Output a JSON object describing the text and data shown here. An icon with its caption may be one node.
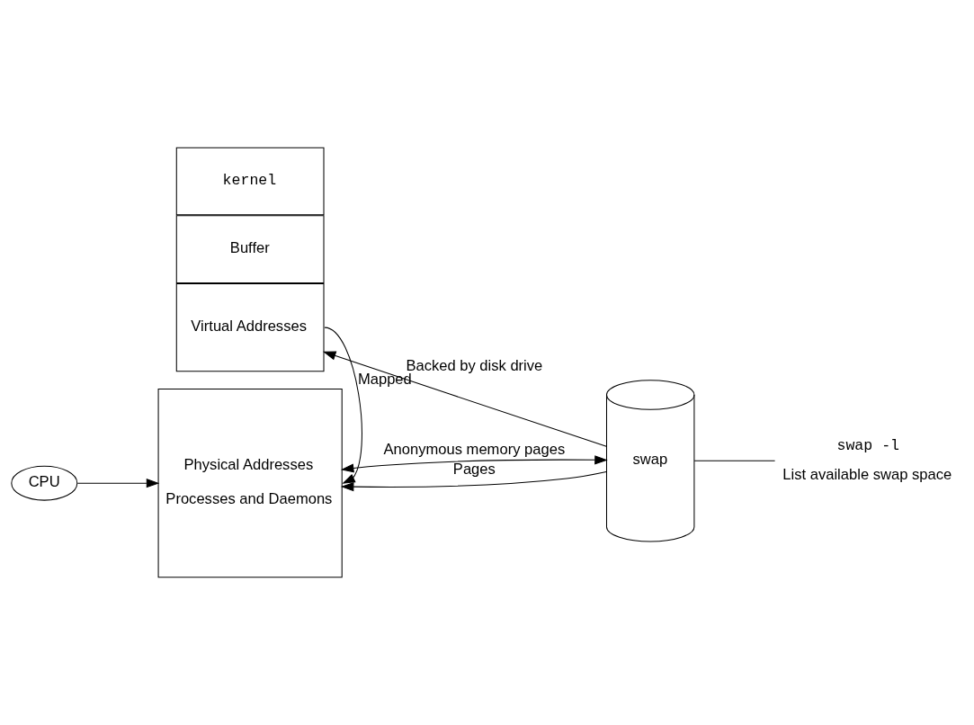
{
  "diagram": {
    "nodes": [
      {
        "text": [
          "kernel"
        ]
      },
      {
        "text": [
          "Buffer"
        ]
      },
      {
        "text": [
          "Virtual Addresses"
        ]
      },
      {
        "text": [
          "Physical Addresses",
          "Processes and Daemons"
        ]
      },
      {
        "text": [
          "CPU"
        ]
      },
      {
        "text": [
          "swap"
        ]
      },
      {
        "text": [
          "swap -l",
          "List available swap space"
        ]
      }
    ],
    "edges": [
      {
        "from": 5,
        "to": 2,
        "arrow": "to",
        "label": "Backed by disk drive"
      },
      {
        "from": 2,
        "to": 3,
        "arrow": "to",
        "label": "Mapped"
      },
      {
        "from": 5,
        "to": 3,
        "arrow": "to",
        "label": "Pages"
      },
      {
        "from": 3,
        "to": 5,
        "arrow": "both",
        "label": "Anonymous memory pages"
      },
      {
        "from": 4,
        "to": 3,
        "arrow": "to"
      },
      {
        "from": 5,
        "to": 6,
        "arrow": "none"
      }
    ]
  }
}
